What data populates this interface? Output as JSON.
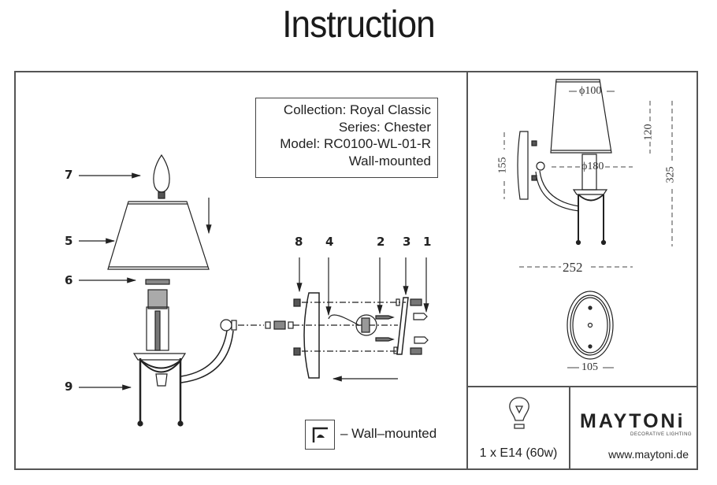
{
  "document": {
    "title": "Instruction"
  },
  "info": {
    "collection": "Collection: Royal Classic",
    "series": "Series: Chester",
    "model": "Model: RC0100-WL-01-R",
    "mount": "Wall-mounted"
  },
  "parts": {
    "labels": [
      "7",
      "5",
      "6",
      "9",
      "8",
      "4",
      "2",
      "3",
      "1"
    ]
  },
  "dimensions": {
    "shade_top": "ϕ100",
    "shade_bottom": "ϕ180",
    "shade_height": "120",
    "total_height": "325",
    "backplate_height": "155",
    "projection": "252",
    "backplate_width": "105"
  },
  "legend": {
    "icon": "wall-mount-icon",
    "text": "– Wall–mounted"
  },
  "bulb": {
    "icon": "bulb-icon",
    "spec": "1 x E14 (60w)"
  },
  "brand": {
    "name": "MAYTONi",
    "tagline": "DECORATIVE LIGHTING",
    "url": "www.maytoni.de"
  }
}
